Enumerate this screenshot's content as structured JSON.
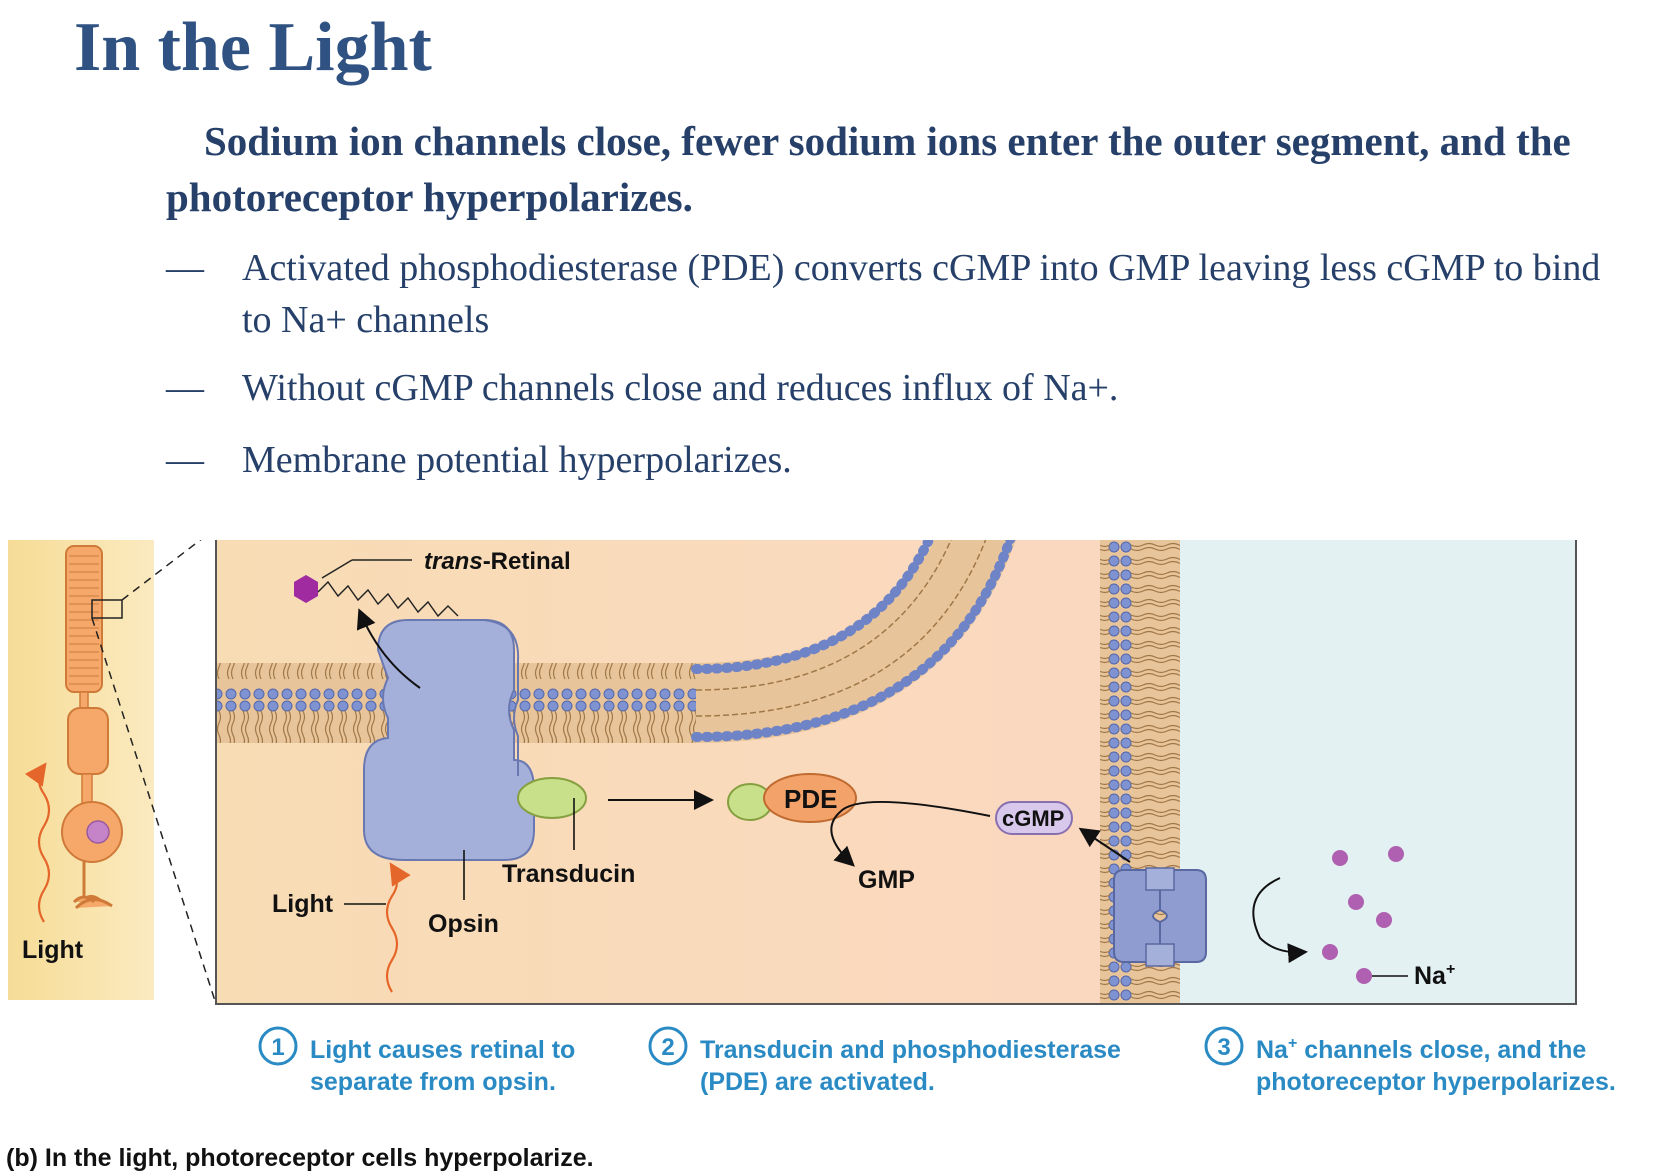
{
  "slide": {
    "title": "In the Light",
    "main_point": "Sodium ion channels close, fewer sodium ions enter the outer segment, and the photoreceptor hyperpolarizes.",
    "bullets": [
      {
        "marker": "—",
        "text": "Activated phosphodiesterase (PDE) converts cGMP into GMP leaving less cGMP to bind to Na+ channels"
      },
      {
        "marker": "—",
        "text": "Without cGMP channels close and reduces influx of Na+."
      },
      {
        "marker": "—",
        "text": "Membrane potential hyperpolarizes."
      }
    ]
  },
  "figure": {
    "labels": {
      "trans_italic": "trans",
      "retinal": "-Retinal",
      "transducin": "Transducin",
      "light_inner": "Light",
      "opsin": "Opsin",
      "pde": "PDE",
      "cgmp": "cGMP",
      "gmp": "GMP",
      "na": "Na",
      "na_sup": "+",
      "light_cell": "Light"
    },
    "steps": [
      {
        "number": "1",
        "line1": "Light causes retinal to",
        "line2": "separate from opsin."
      },
      {
        "number": "2",
        "line1": "Transducin and phosphodiesterase",
        "line2": "(PDE) are activated."
      },
      {
        "number": "3",
        "line1_pre": "Na",
        "line1_sup": "+",
        "line1_post": " channels close, and the",
        "line2": "photoreceptor hyperpolarizes."
      }
    ],
    "caption": "(b) In the light, photoreceptor cells hyperpolarize."
  },
  "colors": {
    "title": "#2f5282",
    "text": "#26406a",
    "step_blue": "#2a8ac4",
    "cytoplasm": "#f8d8bc",
    "extracellular": "#e3f1f3",
    "protein": "#a5b0da",
    "transducin": "#c8e08a",
    "pde": "#f3a36a",
    "na_ion": "#b060b0"
  }
}
